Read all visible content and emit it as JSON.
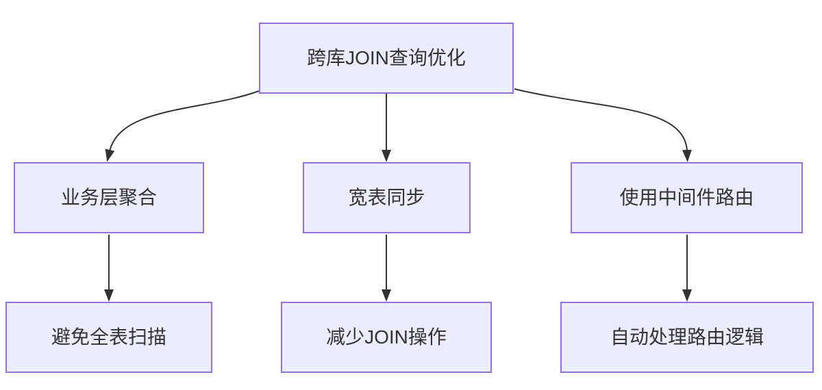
{
  "diagram": {
    "type": "flowchart",
    "direction": "top-down",
    "nodes": {
      "root": {
        "label": "跨库JOIN查询优化"
      },
      "mid_left": {
        "label": "业务层聚合"
      },
      "mid_center": {
        "label": "宽表同步"
      },
      "mid_right": {
        "label": "使用中间件路由"
      },
      "bottom_left": {
        "label": "避免全表扫描"
      },
      "bottom_center": {
        "label": "减少JOIN操作"
      },
      "bottom_right": {
        "label": "自动处理路由逻辑"
      }
    },
    "edges": [
      {
        "from": "跨库JOIN查询优化",
        "to": "业务层聚合"
      },
      {
        "from": "跨库JOIN查询优化",
        "to": "宽表同步"
      },
      {
        "from": "跨库JOIN查询优化",
        "to": "使用中间件路由"
      },
      {
        "from": "业务层聚合",
        "to": "避免全表扫描"
      },
      {
        "from": "宽表同步",
        "to": "减少JOIN操作"
      },
      {
        "from": "使用中间件路由",
        "to": "自动处理路由逻辑"
      }
    ]
  },
  "colors": {
    "node_fill": "#ECECFF",
    "node_border": "#9370DB",
    "edge_color": "#333333",
    "text_color": "#333333",
    "background": "#FFFFFF"
  }
}
